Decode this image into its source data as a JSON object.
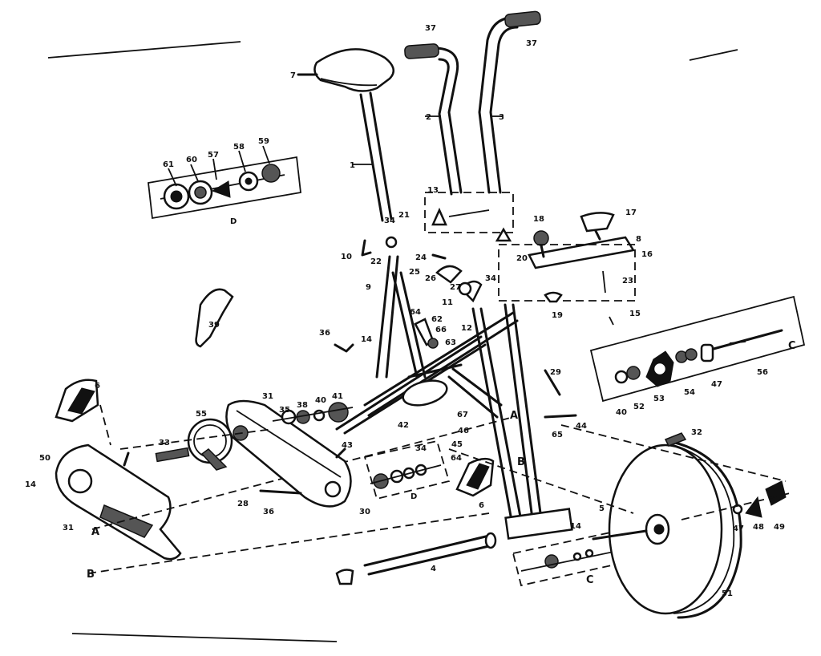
{
  "part_labels": {
    "p7": "7",
    "p1": "1",
    "p2": "2",
    "p3": "3",
    "p37a": "37",
    "p37b": "37",
    "p13": "13",
    "p61": "61",
    "p60": "60",
    "p57": "57",
    "p58": "58",
    "p59": "59",
    "pD1": "D",
    "p18": "18",
    "p17": "17",
    "p8": "8",
    "p16": "16",
    "p20": "20",
    "p23": "23",
    "p19": "19",
    "p15": "15",
    "p34a": "34",
    "p21": "21",
    "p10": "10",
    "p22": "22",
    "p9": "9",
    "p24": "24",
    "p25": "25",
    "p26": "26",
    "p27": "27",
    "p34b": "34",
    "p11": "11",
    "p12": "12",
    "p64a": "64",
    "p62": "62",
    "p66": "66",
    "p63": "63",
    "p39": "39",
    "p14a": "14",
    "p36a": "36",
    "pC1": "C",
    "p40a": "40",
    "p52": "52",
    "p53": "53",
    "p54": "54",
    "p47a": "47",
    "p56": "56",
    "p29": "29",
    "p6a": "6",
    "p31a": "31",
    "p35": "35",
    "p38": "38",
    "p40b": "40",
    "p41": "41",
    "p55": "55",
    "p33": "33",
    "p43": "43",
    "p42": "42",
    "p67": "67",
    "pA1": "A",
    "p46": "46",
    "p45": "45",
    "p65": "65",
    "p44": "44",
    "p34c": "34",
    "pB1": "B",
    "p64b": "64",
    "p6b": "6",
    "pD2": "D",
    "p50": "50",
    "p14b": "14",
    "p31b": "31",
    "pA2": "A",
    "p28": "28",
    "p36b": "36",
    "p30": "30",
    "p32": "32",
    "p5": "5",
    "p14c": "14",
    "p47b": "47",
    "p48": "48",
    "p49": "49",
    "pB2": "B",
    "p4": "4",
    "pC2": "C",
    "p51": "51"
  }
}
